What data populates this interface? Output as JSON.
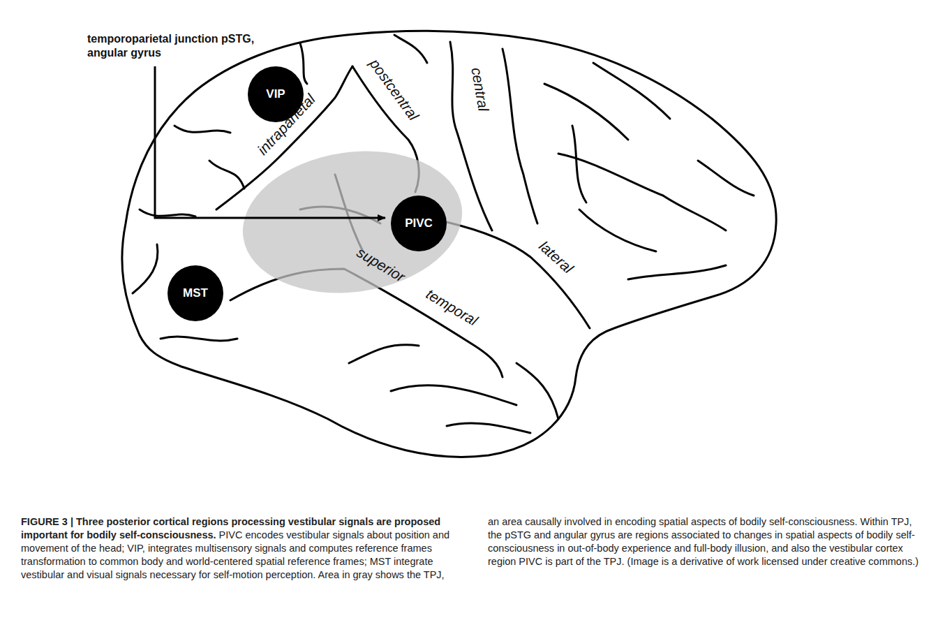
{
  "diagram": {
    "title": "FIGURE 3 | Three posterior cortical regions processing vestibular signals are proposed important for bodily self-consciousness.",
    "caption": "PIVC encodes vestibular signals about position and movement of the head; VIP, integrates multisensory signals and computes reference frames transformation to common body and world-centered spatial reference frames; MST integrate vestibular and visual signals necessary for self-motion perception. Area in gray shows the TPJ, an area causally involved in encoding spatial aspects of bodily self-consciousness. Within TPJ, the pSTG and angular gyrus are regions associated to changes in spatial aspects of bodily self-consciousness in out-of-body experience and full-body illusion, and also the vestibular cortex region PIVC is part of the TPJ. (Image is a derivative of work licensed under creative commons.)",
    "nodes": [
      {
        "text": [
          "VIP"
        ]
      },
      {
        "text": [
          "PIVC"
        ]
      },
      {
        "text": [
          "MST"
        ]
      }
    ],
    "labels": [
      "temporoparietal junction pSTG, angular gyrus",
      "intraparietal",
      "postcentral",
      "central",
      "superior temporal",
      "lateral"
    ]
  }
}
